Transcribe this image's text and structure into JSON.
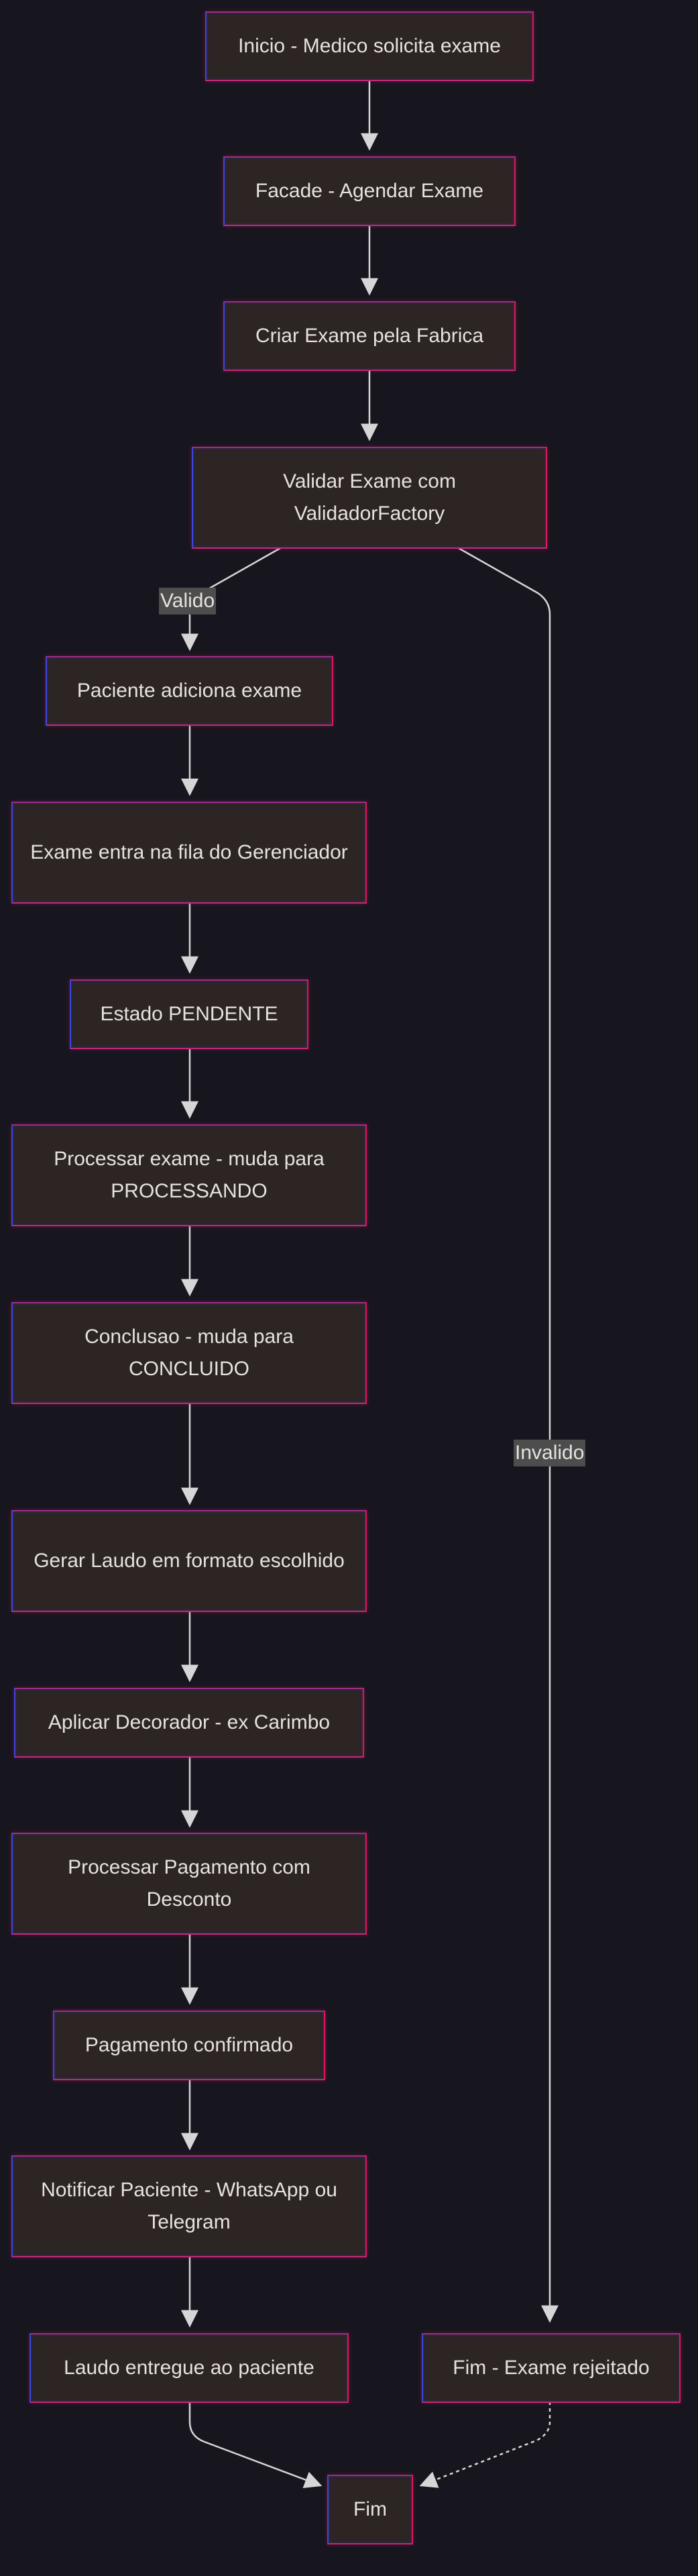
{
  "colors": {
    "background": "#17161f",
    "node_fill": "#2d2424",
    "node_border_left": "#3b46e0",
    "node_border_right": "#e2155d",
    "node_text": "#e6e2df",
    "edge": "#d6d6d6",
    "label_bg": "#4d4d4d"
  },
  "nodes": {
    "inicio": "Inicio - Medico solicita exame",
    "facade": "Facade - Agendar Exame",
    "criar": "Criar Exame pela Fabrica",
    "validar": "Validar Exame com ValidadorFactory",
    "paciente": "Paciente adiciona exame",
    "fila": "Exame entra na fila do Gerenciador",
    "pendente": "Estado PENDENTE",
    "processar": "Processar exame - muda para PROCESSANDO",
    "conclusao": "Conclusao - muda para CONCLUIDO",
    "laudo": "Gerar Laudo em formato escolhido",
    "decorador": "Aplicar Decorador - ex Carimbo",
    "pagamento": "Processar Pagamento com Desconto",
    "confirmado": "Pagamento confirmado",
    "notificar": "Notificar Paciente - WhatsApp ou Telegram",
    "entregue": "Laudo entregue ao paciente",
    "rejeitado": "Fim - Exame rejeitado",
    "fim": "Fim"
  },
  "edge_labels": {
    "valido": "Valido",
    "invalido": "Invalido"
  }
}
